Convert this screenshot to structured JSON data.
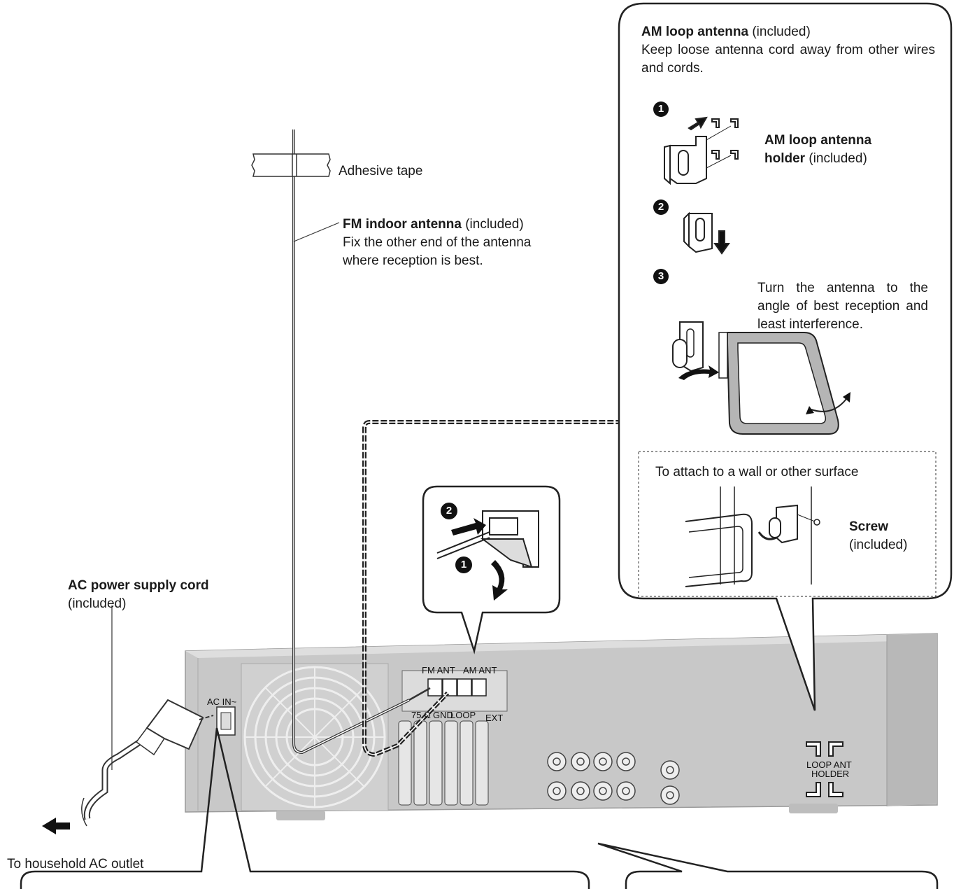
{
  "am_panel": {
    "title_bold": "AM loop antenna",
    "title_rest": " (included)",
    "description": "Keep loose antenna cord away from other wires and cords.",
    "holder_bold_1": "AM loop antenna",
    "holder_bold_2": "holder",
    "holder_rest": " (included)",
    "step3_text": "Turn the antenna to the angle of best reception and least interference.",
    "wall_label": "To attach to a wall or other surface",
    "screw_bold": "Screw",
    "screw_rest": "(included)"
  },
  "steps": {
    "one": "1",
    "two": "2",
    "three": "3"
  },
  "fm": {
    "tape_label": "Adhesive tape",
    "title_bold": "FM indoor antenna",
    "title_rest": " (included)",
    "line2": "Fix the other end of the antenna",
    "line3": "where reception is best."
  },
  "ac": {
    "title_bold": "AC power supply cord",
    "title_rest": "(included)",
    "outlet_label": "To household AC outlet"
  },
  "unit_labels": {
    "ac_in": "AC IN~",
    "fm_ant": "FM ANT",
    "am_ant": "AM ANT",
    "ohm": "75 Ω",
    "gnd": "GND",
    "loop": "LOOP",
    "ext": "EXT",
    "loop_ant": "LOOP ANT",
    "holder": "HOLDER"
  }
}
